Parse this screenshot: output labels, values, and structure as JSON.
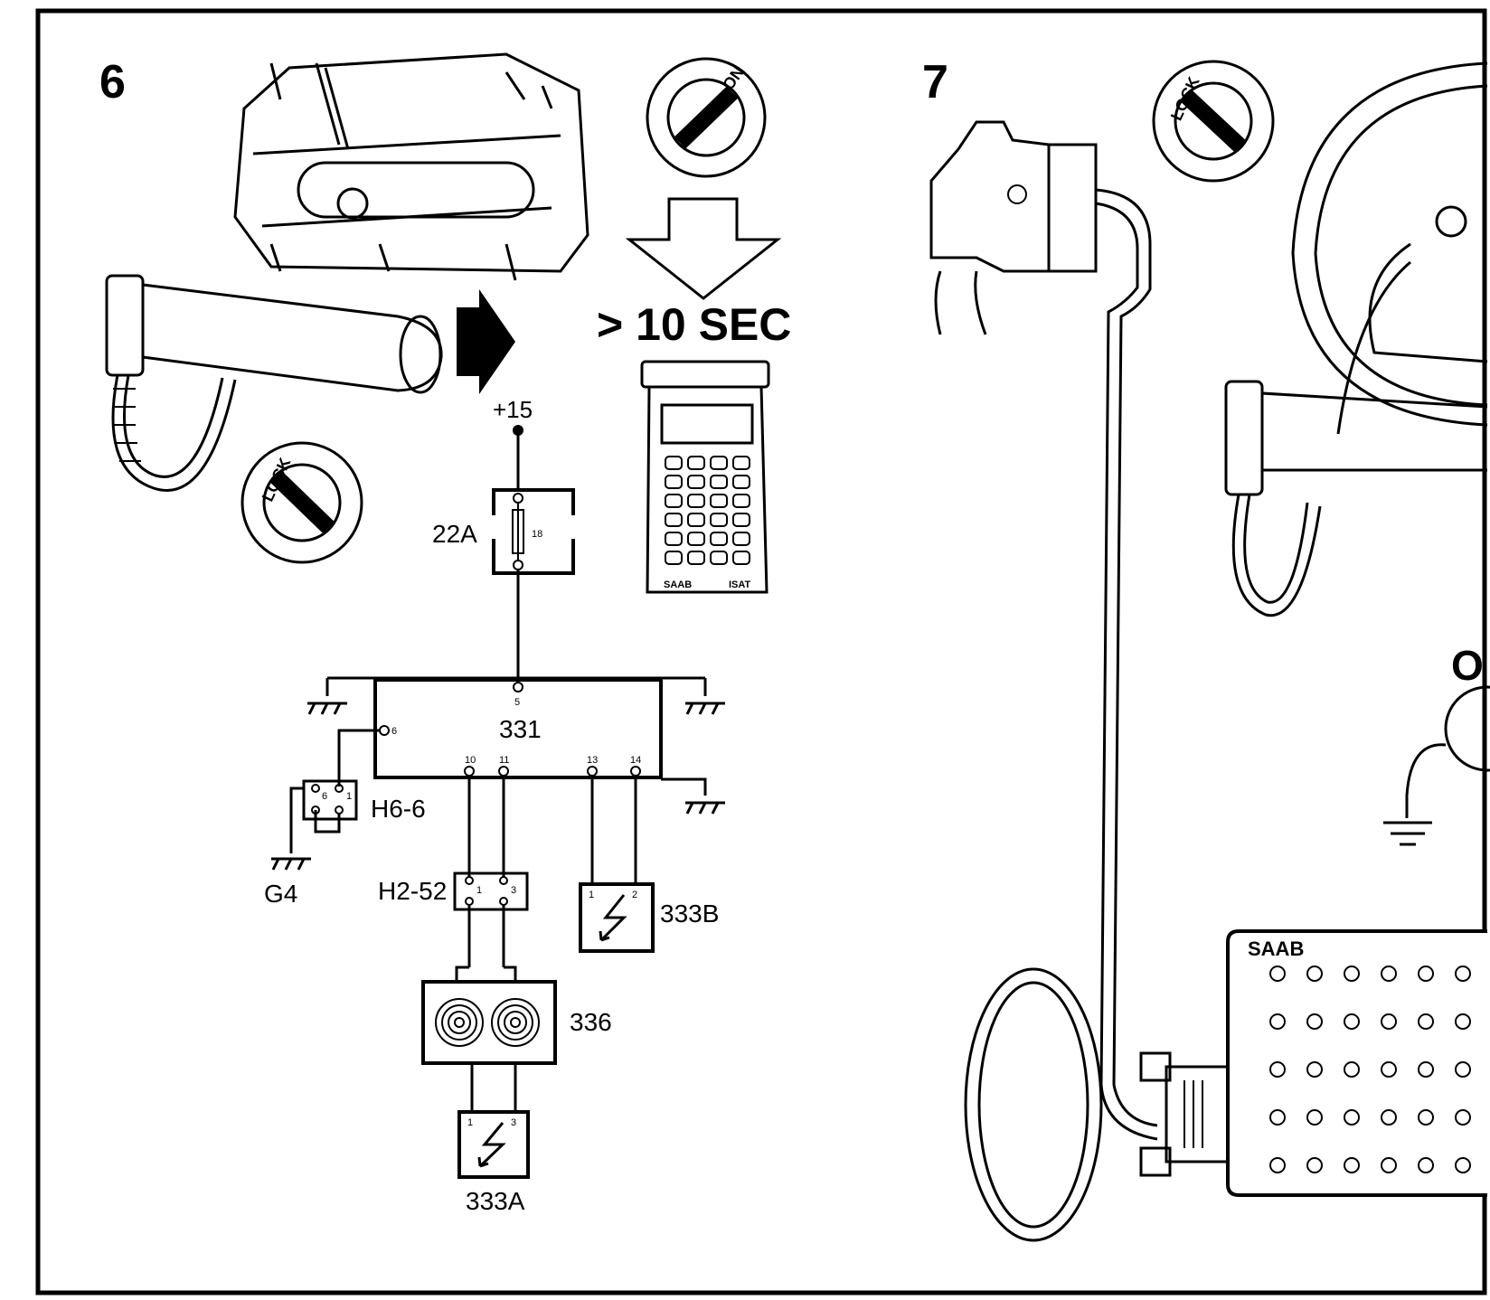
{
  "panels": {
    "step6": "6",
    "step7": "7"
  },
  "key_positions": {
    "on": "ON",
    "lock_left": "LOCK",
    "lock_right": "LOCK"
  },
  "duration": "> 10 SEC",
  "tester": {
    "brand": "SAAB",
    "model": "ISAT"
  },
  "circuit": {
    "supply": "+15",
    "fuse_box": "22A",
    "fuse_number": "18",
    "module": "331",
    "pins": {
      "p5": "5",
      "p6": "6",
      "p10": "10",
      "p11": "11",
      "p13": "13",
      "p14": "14"
    },
    "connector_h66": "H6-6",
    "connector_h66_pins": [
      "6",
      "1"
    ],
    "ground_g4": "G4",
    "connector_h252": "H2-52",
    "connector_h252_pins": [
      "1",
      "3"
    ],
    "contact_reel": "336",
    "airbag_a": "333A",
    "airbag_a_pins": [
      "1",
      "3"
    ],
    "airbag_b": "333B",
    "airbag_b_pins": [
      "1",
      "2"
    ]
  },
  "adapter_box": {
    "brand": "SAAB"
  },
  "partial_letter": "O"
}
